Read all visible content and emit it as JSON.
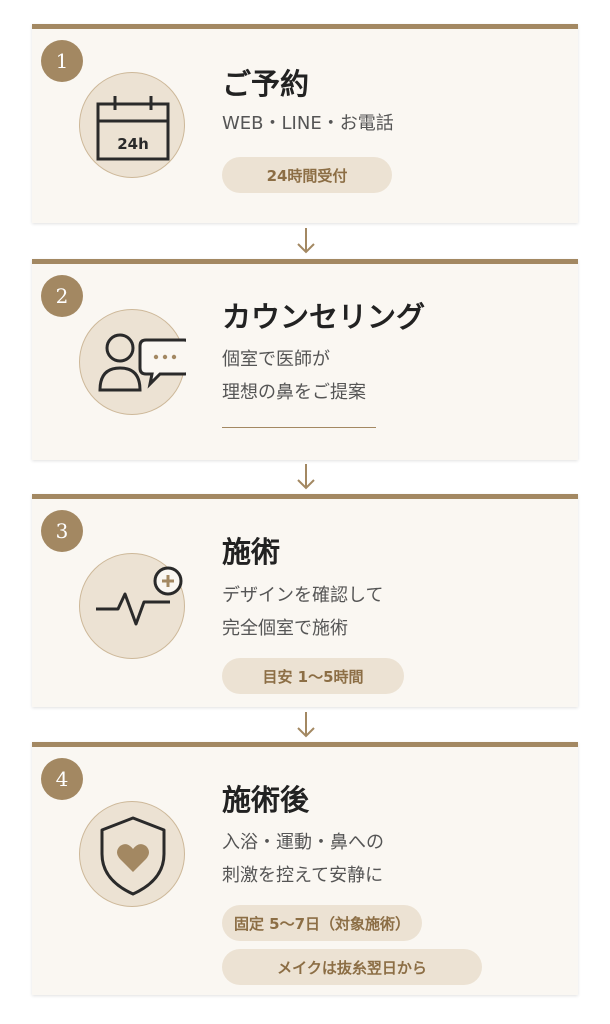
{
  "steps": [
    {
      "number": "1",
      "title": "ご予約",
      "desc_lines": [
        "WEB・LINE・お電話"
      ],
      "badges": [
        "24時間受付"
      ],
      "icon": "calendar-24h-icon",
      "icon_text": "24h"
    },
    {
      "number": "2",
      "title": "カウンセリング",
      "desc_lines": [
        "個室で医師が",
        "理想の鼻をご提案"
      ],
      "badges": [],
      "icon": "counseling-chat-icon"
    },
    {
      "number": "3",
      "title": "施術",
      "desc_lines": [
        "デザインを確認して",
        "完全個室で施術"
      ],
      "badges": [
        "目安 1〜5時間"
      ],
      "icon": "heartbeat-plus-icon"
    },
    {
      "number": "4",
      "title": "施術後",
      "desc_lines": [
        "入浴・運動・鼻への",
        "刺激を控えて安静に"
      ],
      "badges": [
        "固定 5〜7日（対象施術）",
        "メイクは抜糸翌日から"
      ],
      "icon": "shield-heart-icon"
    }
  ],
  "colors": {
    "accent": "#a38862",
    "card_bg": "#faf7f2",
    "pill_bg": "#ece2d3",
    "pill_text": "#8c6e45"
  }
}
